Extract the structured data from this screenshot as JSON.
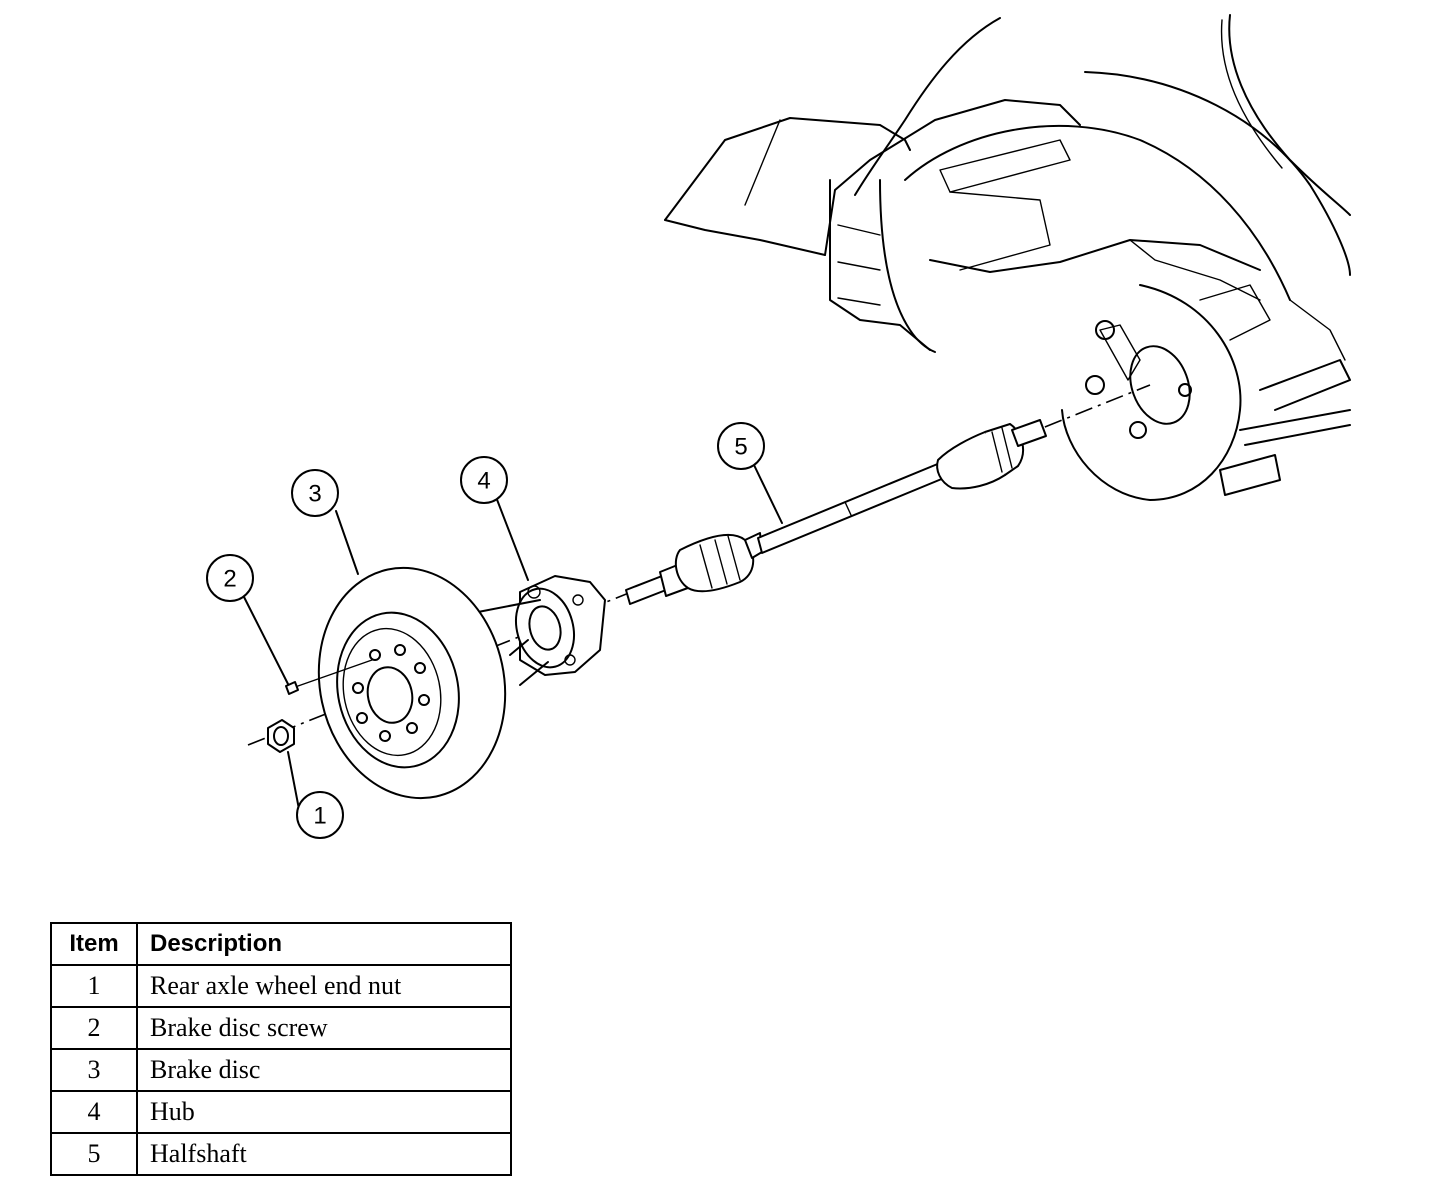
{
  "callouts": [
    {
      "number": "1"
    },
    {
      "number": "2"
    },
    {
      "number": "3"
    },
    {
      "number": "4"
    },
    {
      "number": "5"
    }
  ],
  "legend": {
    "headers": {
      "item": "Item",
      "description": "Description"
    },
    "rows": [
      {
        "item": "1",
        "description": "Rear axle wheel end nut"
      },
      {
        "item": "2",
        "description": "Brake disc screw"
      },
      {
        "item": "3",
        "description": "Brake disc"
      },
      {
        "item": "4",
        "description": "Hub"
      },
      {
        "item": "5",
        "description": "Halfshaft"
      }
    ]
  }
}
